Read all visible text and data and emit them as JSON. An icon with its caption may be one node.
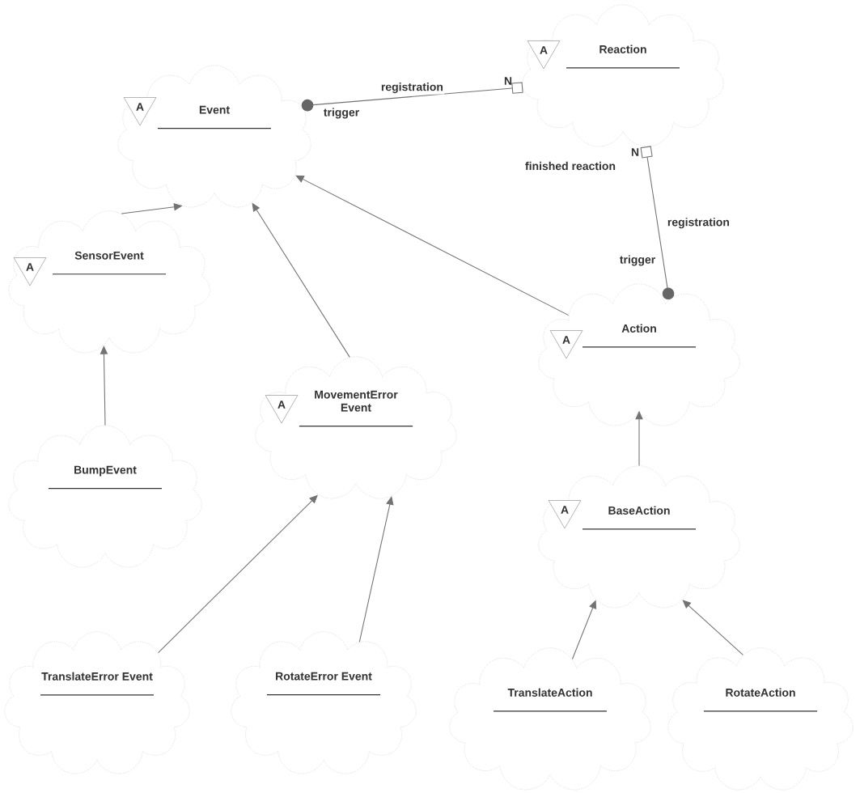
{
  "diagram": {
    "nodes": [
      {
        "text": [
          "Reaction"
        ]
      },
      {
        "text": [
          "A"
        ],
        "in": 0
      },
      {
        "text": [
          "Event"
        ]
      },
      {
        "text": [
          "A"
        ],
        "in": 2
      },
      {
        "text": [
          "SensorEvent"
        ]
      },
      {
        "text": [
          "A"
        ],
        "in": 4
      },
      {
        "text": [
          "Action"
        ]
      },
      {
        "text": [
          "A"
        ],
        "in": 6
      },
      {
        "text": [
          "MovementError Event"
        ]
      },
      {
        "text": [
          "A"
        ],
        "in": 8
      },
      {
        "text": [
          "BumpEvent"
        ]
      },
      {
        "text": [
          "BaseAction"
        ]
      },
      {
        "text": [
          "A"
        ],
        "in": 11
      },
      {
        "text": [
          "TranslateError Event"
        ]
      },
      {
        "text": [
          "RotateError Event"
        ]
      },
      {
        "text": [
          "TranslateAction"
        ]
      },
      {
        "text": [
          "RotateAction"
        ]
      }
    ],
    "edges": [
      {
        "from": 2,
        "to": 0,
        "arrow": "other",
        "label": "registration"
      },
      {
        "from": 6,
        "to": 0,
        "arrow": "other",
        "label": "registration"
      },
      {
        "from": 4,
        "to": 2,
        "arrow": "to"
      },
      {
        "from": 8,
        "to": 2,
        "arrow": "to"
      },
      {
        "from": 6,
        "to": 2,
        "arrow": "to"
      },
      {
        "from": 10,
        "to": 4,
        "arrow": "to"
      },
      {
        "from": 13,
        "to": 8,
        "arrow": "to"
      },
      {
        "from": 14,
        "to": 8,
        "arrow": "to"
      },
      {
        "from": 11,
        "to": 6,
        "arrow": "to"
      },
      {
        "from": 15,
        "to": 11,
        "arrow": "to"
      },
      {
        "from": 16,
        "to": 11,
        "arrow": "to"
      }
    ],
    "labels": [
      "N",
      "trigger",
      "N",
      "finished reaction",
      "trigger"
    ]
  }
}
